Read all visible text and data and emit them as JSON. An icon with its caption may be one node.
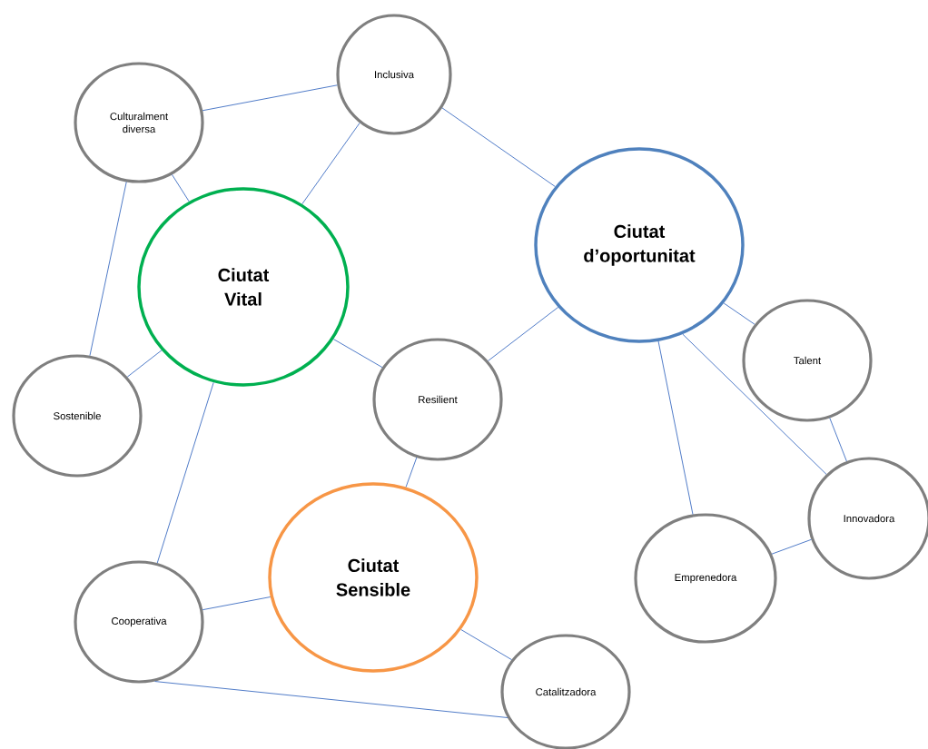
{
  "diagram": {
    "nodes": [
      {
        "text": [
          "Inclusiva"
        ]
      },
      {
        "text": [
          "Culturalment diversa"
        ]
      },
      {
        "text": [
          "Ciutat Vital"
        ]
      },
      {
        "text": [
          "Ciutat d’oportunitat"
        ]
      },
      {
        "text": [
          "Talent"
        ]
      },
      {
        "text": [
          "Sostenible"
        ]
      },
      {
        "text": [
          "Resilient"
        ]
      },
      {
        "text": [
          "Innovadora"
        ]
      },
      {
        "text": [
          "Ciutat Sensible"
        ]
      },
      {
        "text": [
          "Emprenedora"
        ]
      },
      {
        "text": [
          "Cooperativa"
        ]
      },
      {
        "text": [
          "Catalitzadora"
        ]
      }
    ],
    "edges": [
      {
        "from": 1,
        "to": 0,
        "arrow": "none"
      },
      {
        "from": 0,
        "to": 3,
        "arrow": "none"
      },
      {
        "from": 0,
        "to": 2,
        "arrow": "none"
      },
      {
        "from": 1,
        "to": 2,
        "arrow": "none"
      },
      {
        "from": 1,
        "to": 5,
        "arrow": "none"
      },
      {
        "from": 2,
        "to": 5,
        "arrow": "none"
      },
      {
        "from": 2,
        "to": 6,
        "arrow": "none"
      },
      {
        "from": 2,
        "to": 10,
        "arrow": "none"
      },
      {
        "from": 6,
        "to": 3,
        "arrow": "none"
      },
      {
        "from": 6,
        "to": 8,
        "arrow": "none"
      },
      {
        "from": 3,
        "to": 4,
        "arrow": "none"
      },
      {
        "from": 3,
        "to": 7,
        "arrow": "none"
      },
      {
        "from": 3,
        "to": 9,
        "arrow": "none"
      },
      {
        "from": 4,
        "to": 7,
        "arrow": "none"
      },
      {
        "from": 9,
        "to": 7,
        "arrow": "none"
      },
      {
        "from": 8,
        "to": 10,
        "arrow": "none"
      },
      {
        "from": 8,
        "to": 11,
        "arrow": "none"
      },
      {
        "from": 10,
        "to": 11,
        "arrow": "none"
      }
    ]
  }
}
